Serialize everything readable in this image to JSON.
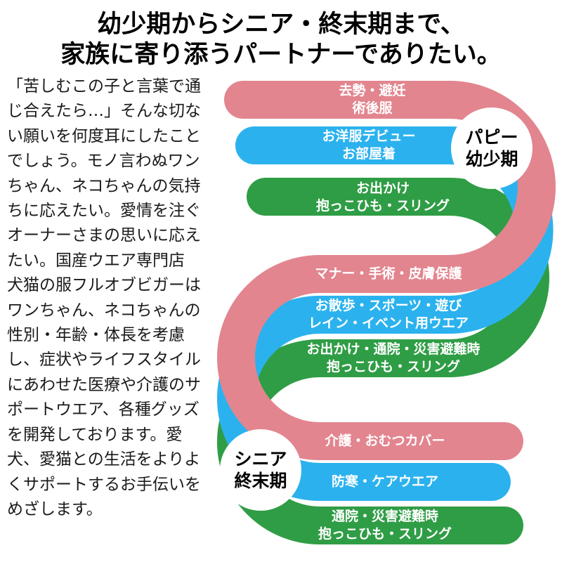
{
  "title": {
    "line1": "幼少期からシニア・終末期まで、",
    "line2": "家族に寄り添うパートナーでありたい。"
  },
  "intro": {
    "text": "「苦しむこの子と言葉で通じ合えたら…」そんな切ない願いを何度耳にしたことでしょう。モノ言わぬワンちゃん、ネコちゃんの気持ちに応えたい。愛情を注ぐオーナーさまの思いに応えたい。国産ウエア専門店　犬猫の服フルオブビガーはワンちゃん、ネコちゃんの性別・年齢・体長を考慮し、症状やライフスタイルにあわせた医療や介護のサポートウエア、各種グッズを開発しております。愛犬、愛猫との生活をよりよくサポートするお手伝いをめざします。"
  },
  "colors": {
    "pink": "#e2858f",
    "blue": "#2bb2ee",
    "green": "#2f9d45"
  },
  "stages": {
    "puppy": {
      "line1": "パピー",
      "line2": "幼少期"
    },
    "senior": {
      "line1": "シニア",
      "line2": "終末期"
    }
  },
  "labels": {
    "pink_top": {
      "line1": "去勢・避妊",
      "line2": "術後服"
    },
    "blue_top": {
      "line1": "お洋服デビュー",
      "line2": "お部屋着"
    },
    "green_top": {
      "line1": "お出かけ",
      "line2": "抱っこひも・スリング"
    },
    "pink_mid": {
      "line1": "マナー・手術・皮膚保護",
      "line2": ""
    },
    "blue_mid": {
      "line1": "お散歩・スポーツ・遊び",
      "line2": "レイン・イベント用ウエア"
    },
    "green_mid": {
      "line1": "お出かけ・通院・災害避難時",
      "line2": "抱っこひも・スリング"
    },
    "pink_bottom": {
      "line1": "介護・おむつカバー",
      "line2": ""
    },
    "blue_bottom": {
      "line1": "防寒・ケアウエア",
      "line2": ""
    },
    "green_bottom": {
      "line1": "通院・災害避難時",
      "line2": "抱っこひも・スリング"
    }
  }
}
